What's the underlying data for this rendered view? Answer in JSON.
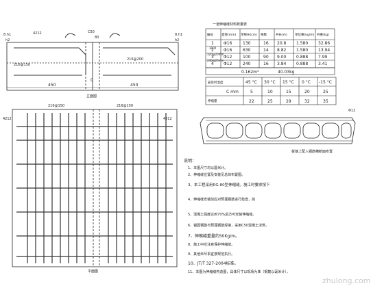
{
  "elevation": {
    "labels": {
      "h1_left": "8.h1",
      "h2_left": "h2",
      "d4212": "4212",
      "d50": "C50",
      "d80": "80",
      "d216_150": "216@150",
      "d216_200": "216@200",
      "h1_right": "8.h1",
      "h2_right": "h2",
      "dim_left": "450",
      "dim_right": "450",
      "center": "C"
    },
    "section_title": "立面图"
  },
  "plan": {
    "labels": {
      "t1": "216@150",
      "t2": "216@150",
      "left_4212": "4212",
      "right_4212": "4212"
    },
    "section_title": "平面图"
  },
  "schedule": {
    "title": "一道伸缩缝材料数量表",
    "headers": [
      "编号",
      "直径(mm)",
      "单根长(cm)",
      "根数",
      "共长(m)",
      "单位重(kg/m)",
      "共重(kg)"
    ],
    "rows": [
      [
        "1",
        "Φ16",
        "130",
        "16",
        "20.8",
        "1.580",
        "32.86"
      ],
      [
        "2",
        "Φ16",
        "630",
        "14",
        "8.82",
        "1.580",
        "13.94"
      ],
      [
        "3",
        "Φ12",
        "100",
        "90",
        "9.00",
        "0.888",
        "7.99"
      ],
      [
        "4",
        "Φ12",
        "240",
        "16",
        "3.84",
        "0.888",
        "3.41"
      ]
    ],
    "sub_labels": [
      "3000",
      "320@20mm",
      "240@20mm"
    ],
    "totals": [
      "0.162m³",
      "40.03kg"
    ]
  },
  "temp_table": {
    "row_labels": [
      "安装时温度",
      "C mm",
      "伸缩量"
    ],
    "temps": [
      "45 °C",
      "30 °C",
      "15 °C",
      "0 °C",
      "-15 °C"
    ],
    "c_values": [
      "5",
      "10",
      "15",
      "20",
      "25"
    ],
    "gap_values": [
      "22",
      "25",
      "29",
      "32",
      "35"
    ]
  },
  "concrete_section": {
    "label_top": "Φ12",
    "caption": "板端上配入钢筋横断面布置"
  },
  "notes": {
    "heading": "说明：",
    "lines": [
      "1、本图尺寸均以厘米计。",
      "2、伸缩缝位置及安装见总体布置图。",
      "3、本工程采用RG-80型伸缩缝，施工时要求按下",
      "4、伸缩缝安装前应对预埋钢筋进行检查，如",
      "5、混凝土强度达到70%后方可安装伸缩缝。",
      "6、锚固钢筋与预埋钢筋焊接，采用C50混凝土浇筑。",
      "7、伸缩缝重量约50Kg/m。",
      "8、施工中应注意保护伸缩缝。",
      "9、其他未尽事宜按规范执行。",
      "10、JT/T 327-2004标准。",
      "11、本图为伸缩缝构造图，具体尺寸以现场为准（钢筋以毫米计）。"
    ]
  },
  "watermark": "zhulong.com"
}
